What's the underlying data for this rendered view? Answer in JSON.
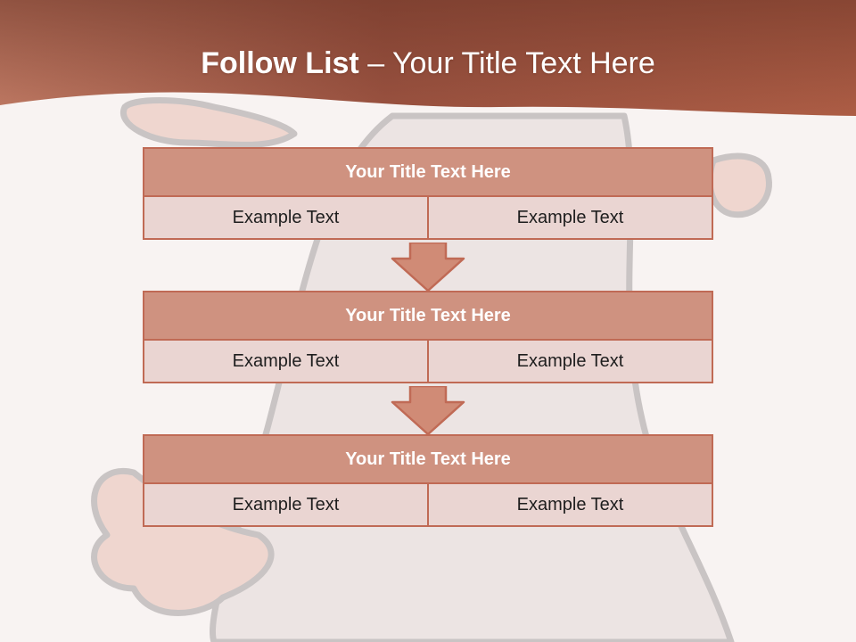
{
  "header": {
    "title_main": "Follow List",
    "title_sep": " – ",
    "title_sub": "Your Title Text Here"
  },
  "steps": [
    {
      "title": "Your Title Text Here",
      "cells": [
        "Example Text",
        "Example Text"
      ]
    },
    {
      "title": "Your Title Text Here",
      "cells": [
        "Example Text",
        "Example Text"
      ]
    },
    {
      "title": "Your Title Text Here",
      "cells": [
        "Example Text",
        "Example Text"
      ]
    }
  ],
  "colors": {
    "header_dark": "#7a3f2e",
    "header_light": "#c87a62",
    "box_title": "#cf9280",
    "box_cell": "#ead5d2",
    "border": "#c06a55"
  },
  "icons": [
    "chevron-down-arrow-icon",
    "background-character-illustration"
  ]
}
